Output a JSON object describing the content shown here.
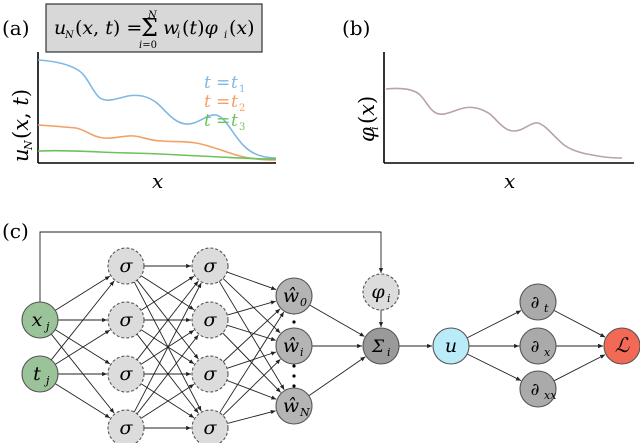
{
  "panels": {
    "a": {
      "label": "(a)",
      "equation": "u_N(x,t) = Σ_{i=0}^{N} w_i(t) φ_i(x)",
      "ylabel": "u_N(x,t)",
      "xlabel": "x",
      "legend": [
        {
          "text": "t = t₁",
          "color": "#7fb8e6"
        },
        {
          "text": "t = t₂",
          "color": "#f2a064"
        },
        {
          "text": "t = t₃",
          "color": "#6cc35a"
        }
      ]
    },
    "b": {
      "label": "(b)",
      "ylabel": "φ_i(x)",
      "xlabel": "x",
      "curve_color": "#b9a0b0"
    },
    "c": {
      "label": "(c)",
      "input_nodes": [
        {
          "id": "x",
          "text": "x",
          "sub": "j",
          "color": "#9bc39a"
        },
        {
          "id": "t",
          "text": "t",
          "sub": "j",
          "color": "#9bc39a"
        }
      ],
      "hidden_label": "σ",
      "hidden_color": "#dcdcdc",
      "weight_nodes": [
        {
          "text": "ŵ",
          "sub": "0"
        },
        {
          "text": "ŵ",
          "sub": "i"
        },
        {
          "text": "ŵ",
          "sub": "N"
        }
      ],
      "weight_color": "#b4b4b4",
      "phi_node": {
        "text": "φ",
        "sub": "i",
        "color": "#dcdcdc"
      },
      "sum_node": {
        "text": "Σ",
        "sub": "i",
        "color": "#9a9a9a"
      },
      "u_node": {
        "text": "u",
        "color": "#b9ecf8"
      },
      "deriv_nodes": [
        {
          "text": "∂",
          "sub": "t"
        },
        {
          "text": "∂",
          "sub": "x"
        },
        {
          "text": "∂",
          "sub": "xx"
        }
      ],
      "deriv_color": "#aaaaaa",
      "loss_node": {
        "text": "ℒ",
        "color": "#f26a55"
      }
    }
  }
}
